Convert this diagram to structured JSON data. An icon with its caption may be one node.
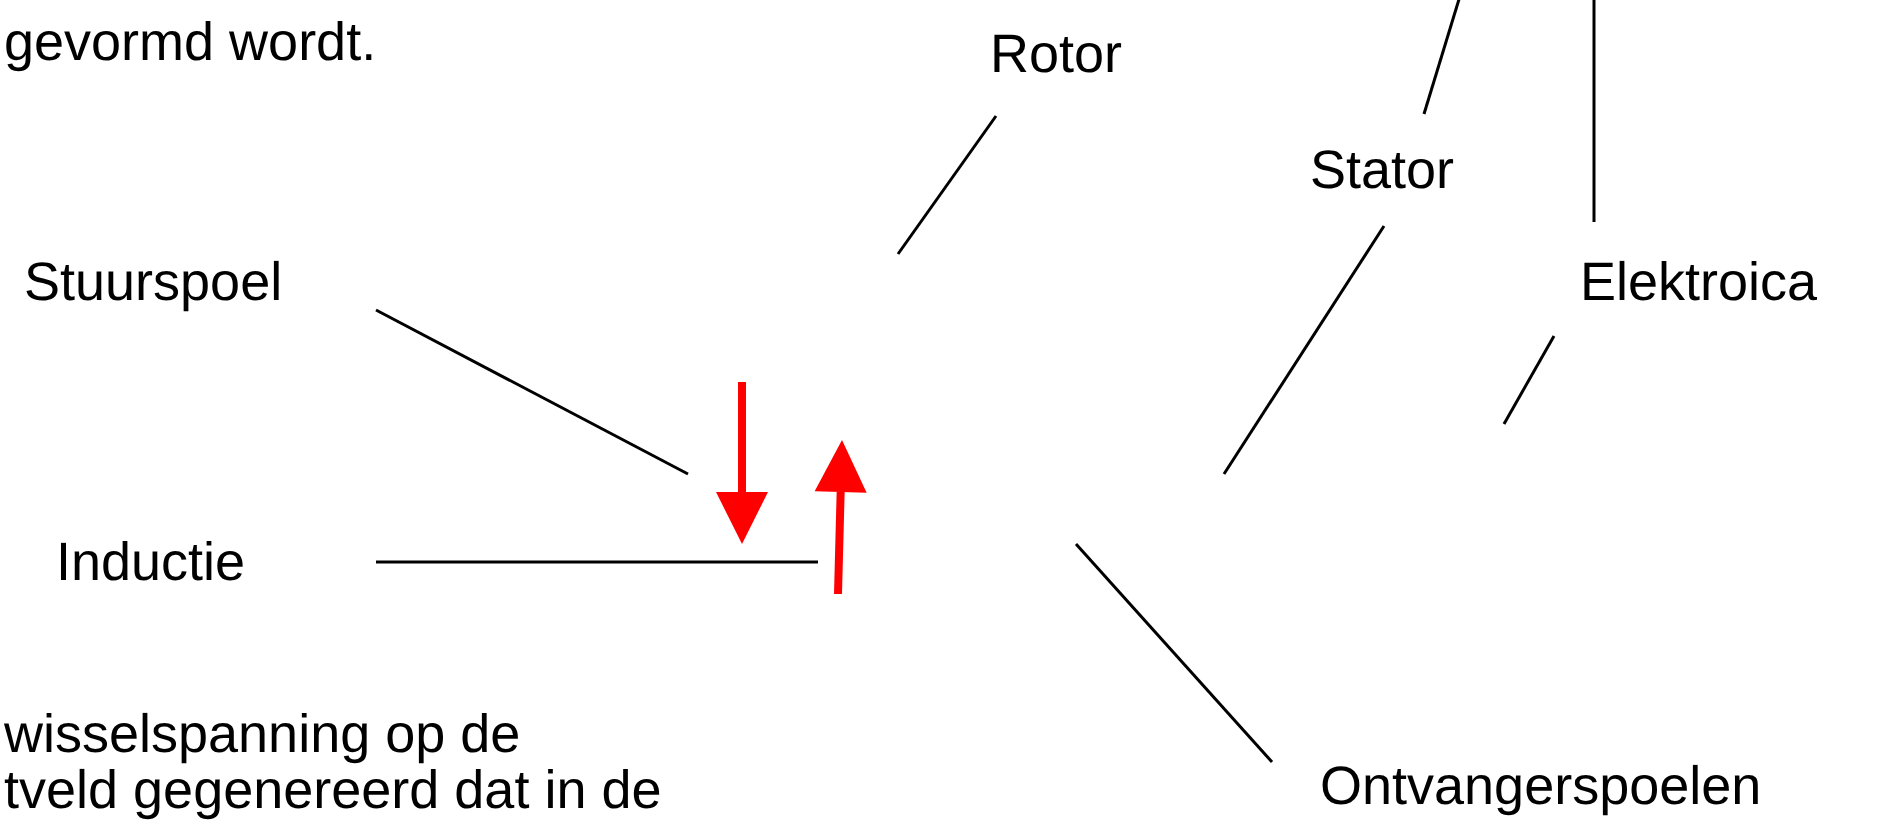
{
  "diagram": {
    "nodes": [
      {
        "text": [
          "Rotor"
        ]
      },
      {
        "text": [
          "Stator"
        ]
      },
      {
        "text": [
          "Stuurspoel"
        ]
      },
      {
        "text": [
          "Elektroica"
        ]
      },
      {
        "text": [
          "Inductie"
        ]
      },
      {
        "text": [
          "Ontvangerspoelen"
        ]
      }
    ],
    "edges": [
      {
        "from": 0,
        "to": null,
        "arrow": "none"
      },
      {
        "from": 1,
        "to": null,
        "arrow": "none"
      },
      {
        "from": 1,
        "to": null,
        "arrow": "none"
      },
      {
        "from": 2,
        "to": null,
        "arrow": "none"
      },
      {
        "from": 3,
        "to": null,
        "arrow": "none"
      },
      {
        "from": 3,
        "to": null,
        "arrow": "none"
      },
      {
        "from": 4,
        "to": null,
        "arrow": "none"
      },
      {
        "from": 5,
        "to": null,
        "arrow": "none"
      }
    ],
    "labels": [
      "gevormd wordt.",
      "wisselspanning op de",
      "tveld gegenereerd dat in de"
    ]
  }
}
